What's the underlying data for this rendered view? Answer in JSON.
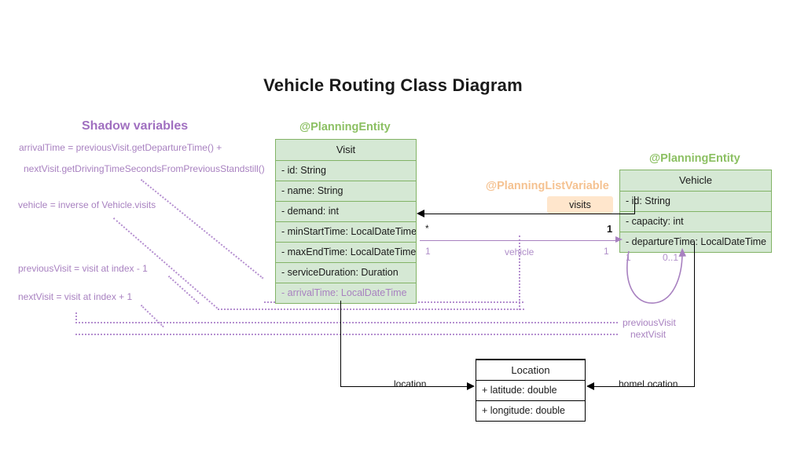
{
  "title": "Vehicle Routing Class Diagram",
  "shadow_panel": {
    "heading": "Shadow variables",
    "notes": [
      "arrivalTime = previousVisit.getDepartureTime() +",
      "nextVisit.getDrivingTimeSecondsFromPreviousStandstill()",
      "vehicle = inverse of Vehicle.visits",
      "previousVisit = visit at index - 1",
      "nextVisit = visit at index + 1"
    ]
  },
  "classes": {
    "visit": {
      "stereotype": "@PlanningEntity",
      "name": "Visit",
      "attributes": [
        "- id: String",
        "- name: String",
        "- demand: int",
        "- minStartTime: LocalDateTime",
        "- maxEndTime: LocalDateTime",
        "- serviceDuration: Duration"
      ],
      "shadow_attributes": [
        "- arrivalTime: LocalDateTime"
      ]
    },
    "vehicle": {
      "stereotype": "@PlanningEntity",
      "name": "Vehicle",
      "attributes": [
        "- id: String",
        "- capacity: int",
        "- departureTime: LocalDateTime"
      ]
    },
    "location": {
      "name": "Location",
      "attributes": [
        "+ latitude: double",
        "+ longitude: double"
      ]
    }
  },
  "relations": {
    "visits": {
      "stereotype": "@PlanningListVariable",
      "badge": "visits",
      "source_multiplicity": "*",
      "target_multiplicity": "1"
    },
    "vehicle_ref": {
      "label": "vehicle",
      "source_multiplicity": "1",
      "target_multiplicity": "1"
    },
    "self_loop": {
      "left_multiplicity": "1",
      "right_multiplicity": "0..1"
    },
    "previous_visit": {
      "label": "previousVisit"
    },
    "next_visit": {
      "label": "nextVisit"
    },
    "location_ref": {
      "label": "location"
    },
    "home_location_ref": {
      "label": "homeLocation"
    }
  },
  "colors": {
    "entity_fill": "#d5e8d4",
    "entity_border": "#82b366",
    "stereotype_green": "#8cc063",
    "stereotype_orange": "#f5c291",
    "badge_fill": "#ffe6cc",
    "shadow_purple": "#a881c0",
    "line_black": "#000000"
  }
}
